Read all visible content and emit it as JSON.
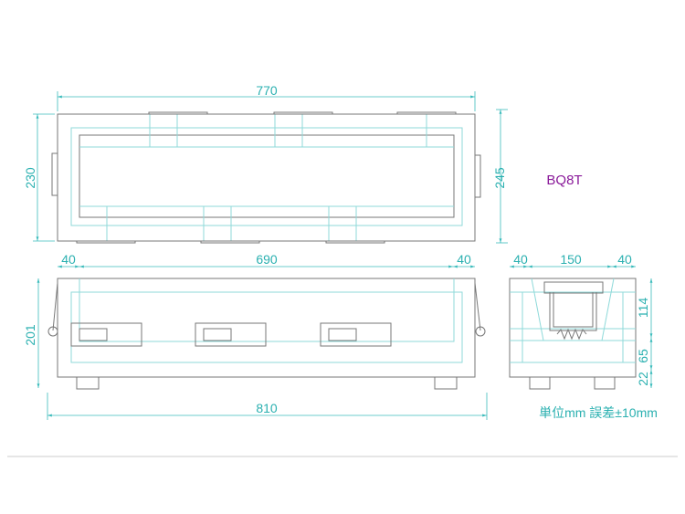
{
  "model": "BQ8T",
  "note": "単位mm 誤差±10mm",
  "colors": {
    "dimension": "#2ab0b0",
    "model": "#8a1a9a",
    "outline": "#777777",
    "guide": "#8fdada"
  },
  "top_view": {
    "width_label": "770",
    "left_height_label": "230",
    "right_height_label": "245"
  },
  "front_view": {
    "left_margin_label": "40",
    "inner_width_label": "690",
    "right_margin_label": "40",
    "height_label": "201",
    "overall_width_label": "810"
  },
  "side_view": {
    "left_margin_label": "40",
    "inner_width_label": "150",
    "right_margin_label": "40",
    "upper_height_label": "114",
    "middle_height_label": "65",
    "foot_height_label": "22"
  }
}
